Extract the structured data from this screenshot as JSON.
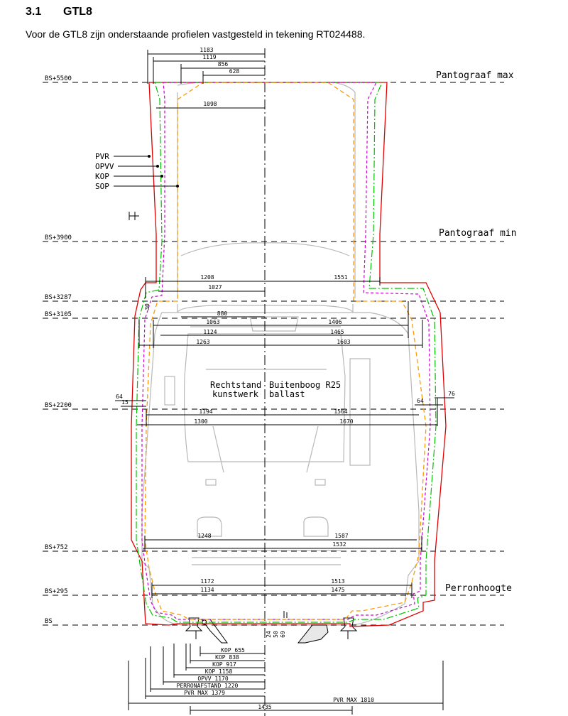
{
  "section": {
    "number": "3.1",
    "title": "GTL8"
  },
  "intro": "Voor de GTL8 zijn onderstaande profielen vastgesteld in tekening RT024488.",
  "levels": [
    {
      "left": "BS+5500",
      "right": "Pantograaf max"
    },
    {
      "left": "BS+3900",
      "right": "Pantograaf min"
    },
    {
      "left": "BS+3287",
      "right": ""
    },
    {
      "left": "BS+3105",
      "right": ""
    },
    {
      "left": "BS+2200",
      "right": ""
    },
    {
      "left": "BS+752",
      "right": ""
    },
    {
      "left": "BS+295",
      "right": "Perronhoogte"
    },
    {
      "left": "BS",
      "right": ""
    }
  ],
  "legend": [
    "PVR",
    "OPVV",
    "KOP",
    "SOP"
  ],
  "top_dims": [
    "1183",
    "1119",
    "856",
    "628",
    "1098"
  ],
  "dims": {
    "d1208": "1208",
    "d1551": "1551",
    "d1027": "1027",
    "d880": "880",
    "d1063": "1063",
    "d1406": "1406",
    "d1124": "1124",
    "d1465": "1465",
    "d1263": "1263",
    "d1603": "1603",
    "d1194": "1194",
    "d1564": "1564",
    "d1300": "1300",
    "d1670": "1670",
    "d1248": "1248",
    "d1587": "1587",
    "d1532": "1532",
    "d1172": "1172",
    "d1513": "1513",
    "d1134": "1134",
    "d1475": "1475",
    "d64a": "64",
    "d15": "15",
    "d64b": "64",
    "d76": "76",
    "d30": "30",
    "d24": "24",
    "d50": "50",
    "d69": "69"
  },
  "center_text": {
    "l1": "Rechtstand",
    "l2": "kunstwerk",
    "r1": "Buitenboog R25",
    "r2": "ballast"
  },
  "bottom_dims": [
    "KOP 655",
    "KOP 838",
    "KOP 917",
    "KOP 1158",
    "OPVV 1170",
    "PERRONAFSTAND 1220",
    "PVR MAX 1379",
    "PVR MAX 1810",
    "1435"
  ],
  "colors": {
    "pvr": "#e00000",
    "opvv": "#00c000",
    "kop": "#d000d0",
    "sop": "#ff9900",
    "train": "#b8b8b8"
  }
}
